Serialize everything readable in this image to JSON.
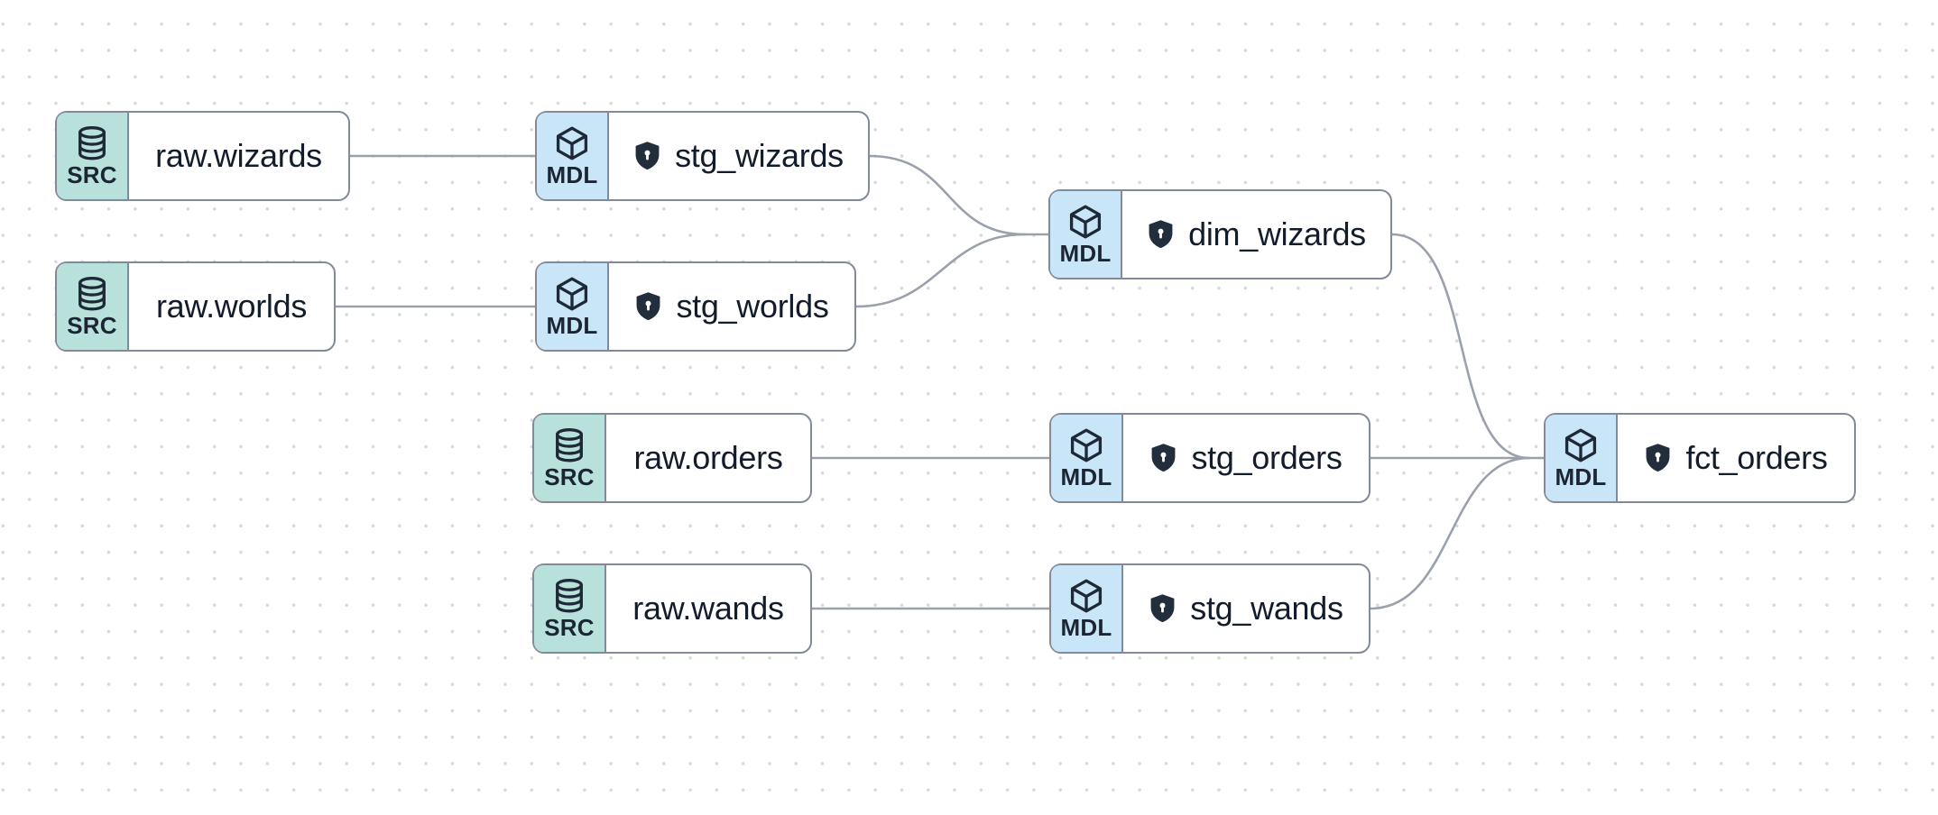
{
  "app": {
    "view": "data-lineage-graph"
  },
  "colors": {
    "background": "#ffffff",
    "grid_dot": "#d8d8da",
    "node_border": "#828a99",
    "node_background": "#ffffff",
    "source_badge_background": "#b7e1da",
    "model_badge_background": "#c9e6f8",
    "edge": "#9aa1ad",
    "label_text": "#121c2b",
    "badge_text": "#1b2534",
    "icon": "#1e2937",
    "shield_fill": "#232e3d"
  },
  "badge_kinds": {
    "source": "SRC",
    "model": "MDL"
  },
  "nodes": [
    {
      "id": "raw-wizards",
      "kind": "SRC",
      "label": "raw.wizards",
      "icon": "database-icon",
      "shield": false
    },
    {
      "id": "stg-wizards",
      "kind": "MDL",
      "label": "stg_wizards",
      "icon": "cube-icon",
      "shield": true
    },
    {
      "id": "raw-worlds",
      "kind": "SRC",
      "label": "raw.worlds",
      "icon": "database-icon",
      "shield": false
    },
    {
      "id": "stg-worlds",
      "kind": "MDL",
      "label": "stg_worlds",
      "icon": "cube-icon",
      "shield": true
    },
    {
      "id": "dim-wizards",
      "kind": "MDL",
      "label": "dim_wizards",
      "icon": "cube-icon",
      "shield": true
    },
    {
      "id": "raw-orders",
      "kind": "SRC",
      "label": "raw.orders",
      "icon": "database-icon",
      "shield": false
    },
    {
      "id": "stg-orders",
      "kind": "MDL",
      "label": "stg_orders",
      "icon": "cube-icon",
      "shield": true
    },
    {
      "id": "fct-orders",
      "kind": "MDL",
      "label": "fct_orders",
      "icon": "cube-icon",
      "shield": true
    },
    {
      "id": "raw-wands",
      "kind": "SRC",
      "label": "raw.wands",
      "icon": "database-icon",
      "shield": false
    },
    {
      "id": "stg-wands",
      "kind": "MDL",
      "label": "stg_wands",
      "icon": "cube-icon",
      "shield": true
    }
  ],
  "edges": [
    {
      "from": "raw.wizards",
      "to": "stg_wizards"
    },
    {
      "from": "raw.worlds",
      "to": "stg_worlds"
    },
    {
      "from": "stg_wizards",
      "to": "dim_wizards"
    },
    {
      "from": "stg_worlds",
      "to": "dim_wizards"
    },
    {
      "from": "raw.orders",
      "to": "stg_orders"
    },
    {
      "from": "raw.wands",
      "to": "stg_wands"
    },
    {
      "from": "stg_orders",
      "to": "fct_orders"
    },
    {
      "from": "dim_wizards",
      "to": "fct_orders"
    },
    {
      "from": "stg_wands",
      "to": "fct_orders"
    }
  ]
}
